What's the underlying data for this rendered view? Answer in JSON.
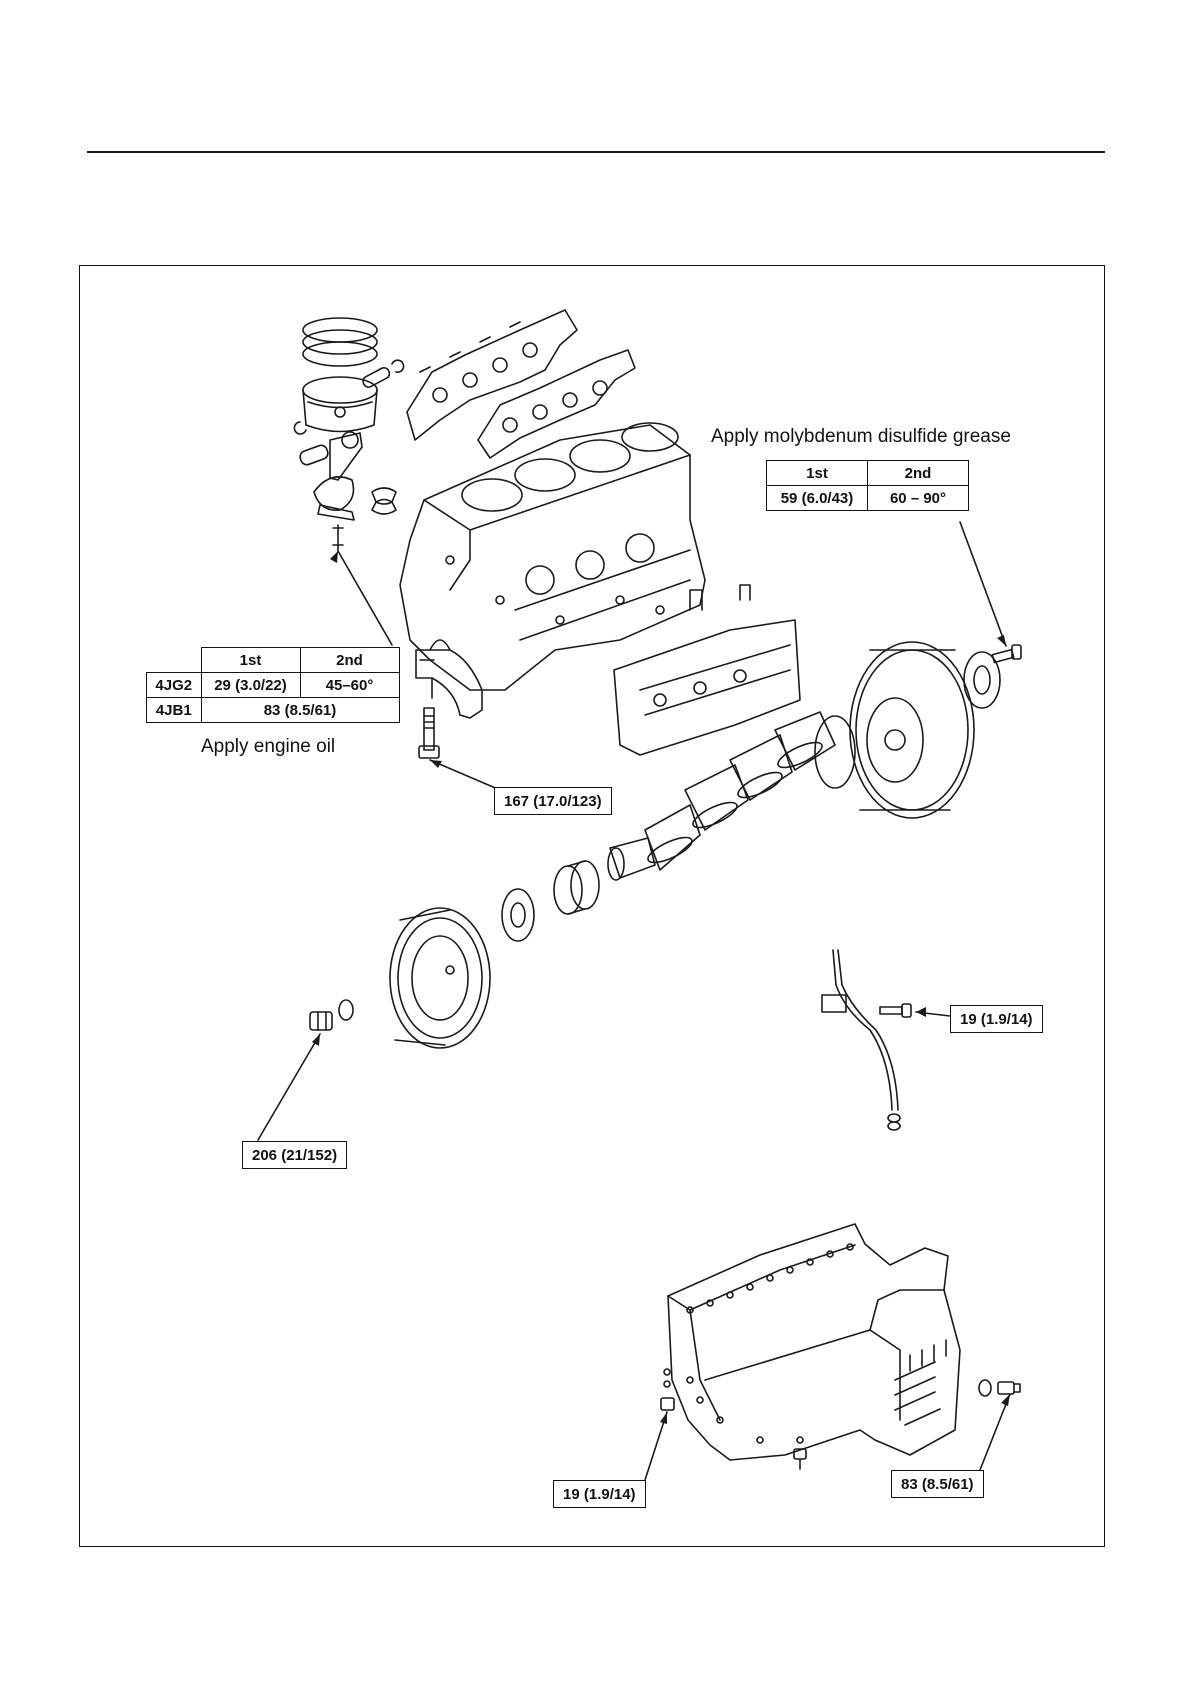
{
  "crank_bolt_spec": {
    "caption": "Apply molybdenum disulfide grease",
    "headers": [
      "1st",
      "2nd"
    ],
    "values": [
      "59 (6.0/43)",
      "60 – 90°"
    ]
  },
  "conrod_spec": {
    "caption": "Apply engine oil",
    "headers": [
      "1st",
      "2nd"
    ],
    "rows": [
      {
        "model": "4JG2",
        "first": "29 (3.0/22)",
        "second": "45–60°"
      },
      {
        "model": "4JB1",
        "value": "83 (8.5/61)"
      }
    ]
  },
  "torque_labels": {
    "main_bearing": "167 (17.0/123)",
    "pulley_bolt": "206 (21/152)",
    "dipstick_bolt": "19 (1.9/14)",
    "oil_pan_nut": "19 (1.9/14)",
    "drain_plug": "83 (8.5/61)"
  }
}
